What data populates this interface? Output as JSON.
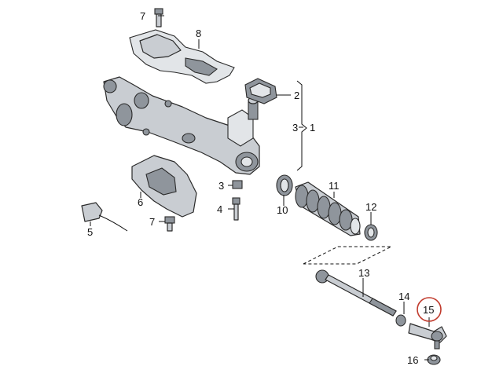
{
  "callouts": {
    "c1": "1",
    "c2": "2",
    "c3": "3",
    "c3b": "3",
    "c4": "4",
    "c5": "5",
    "c6": "6",
    "c7a": "7",
    "c7b": "7",
    "c8": "8",
    "c10": "10",
    "c11": "11",
    "c12": "12",
    "c13": "13",
    "c14": "14",
    "c15": "15",
    "c16": "16"
  },
  "highlight": {
    "part": "15",
    "color": "#c0392b"
  }
}
